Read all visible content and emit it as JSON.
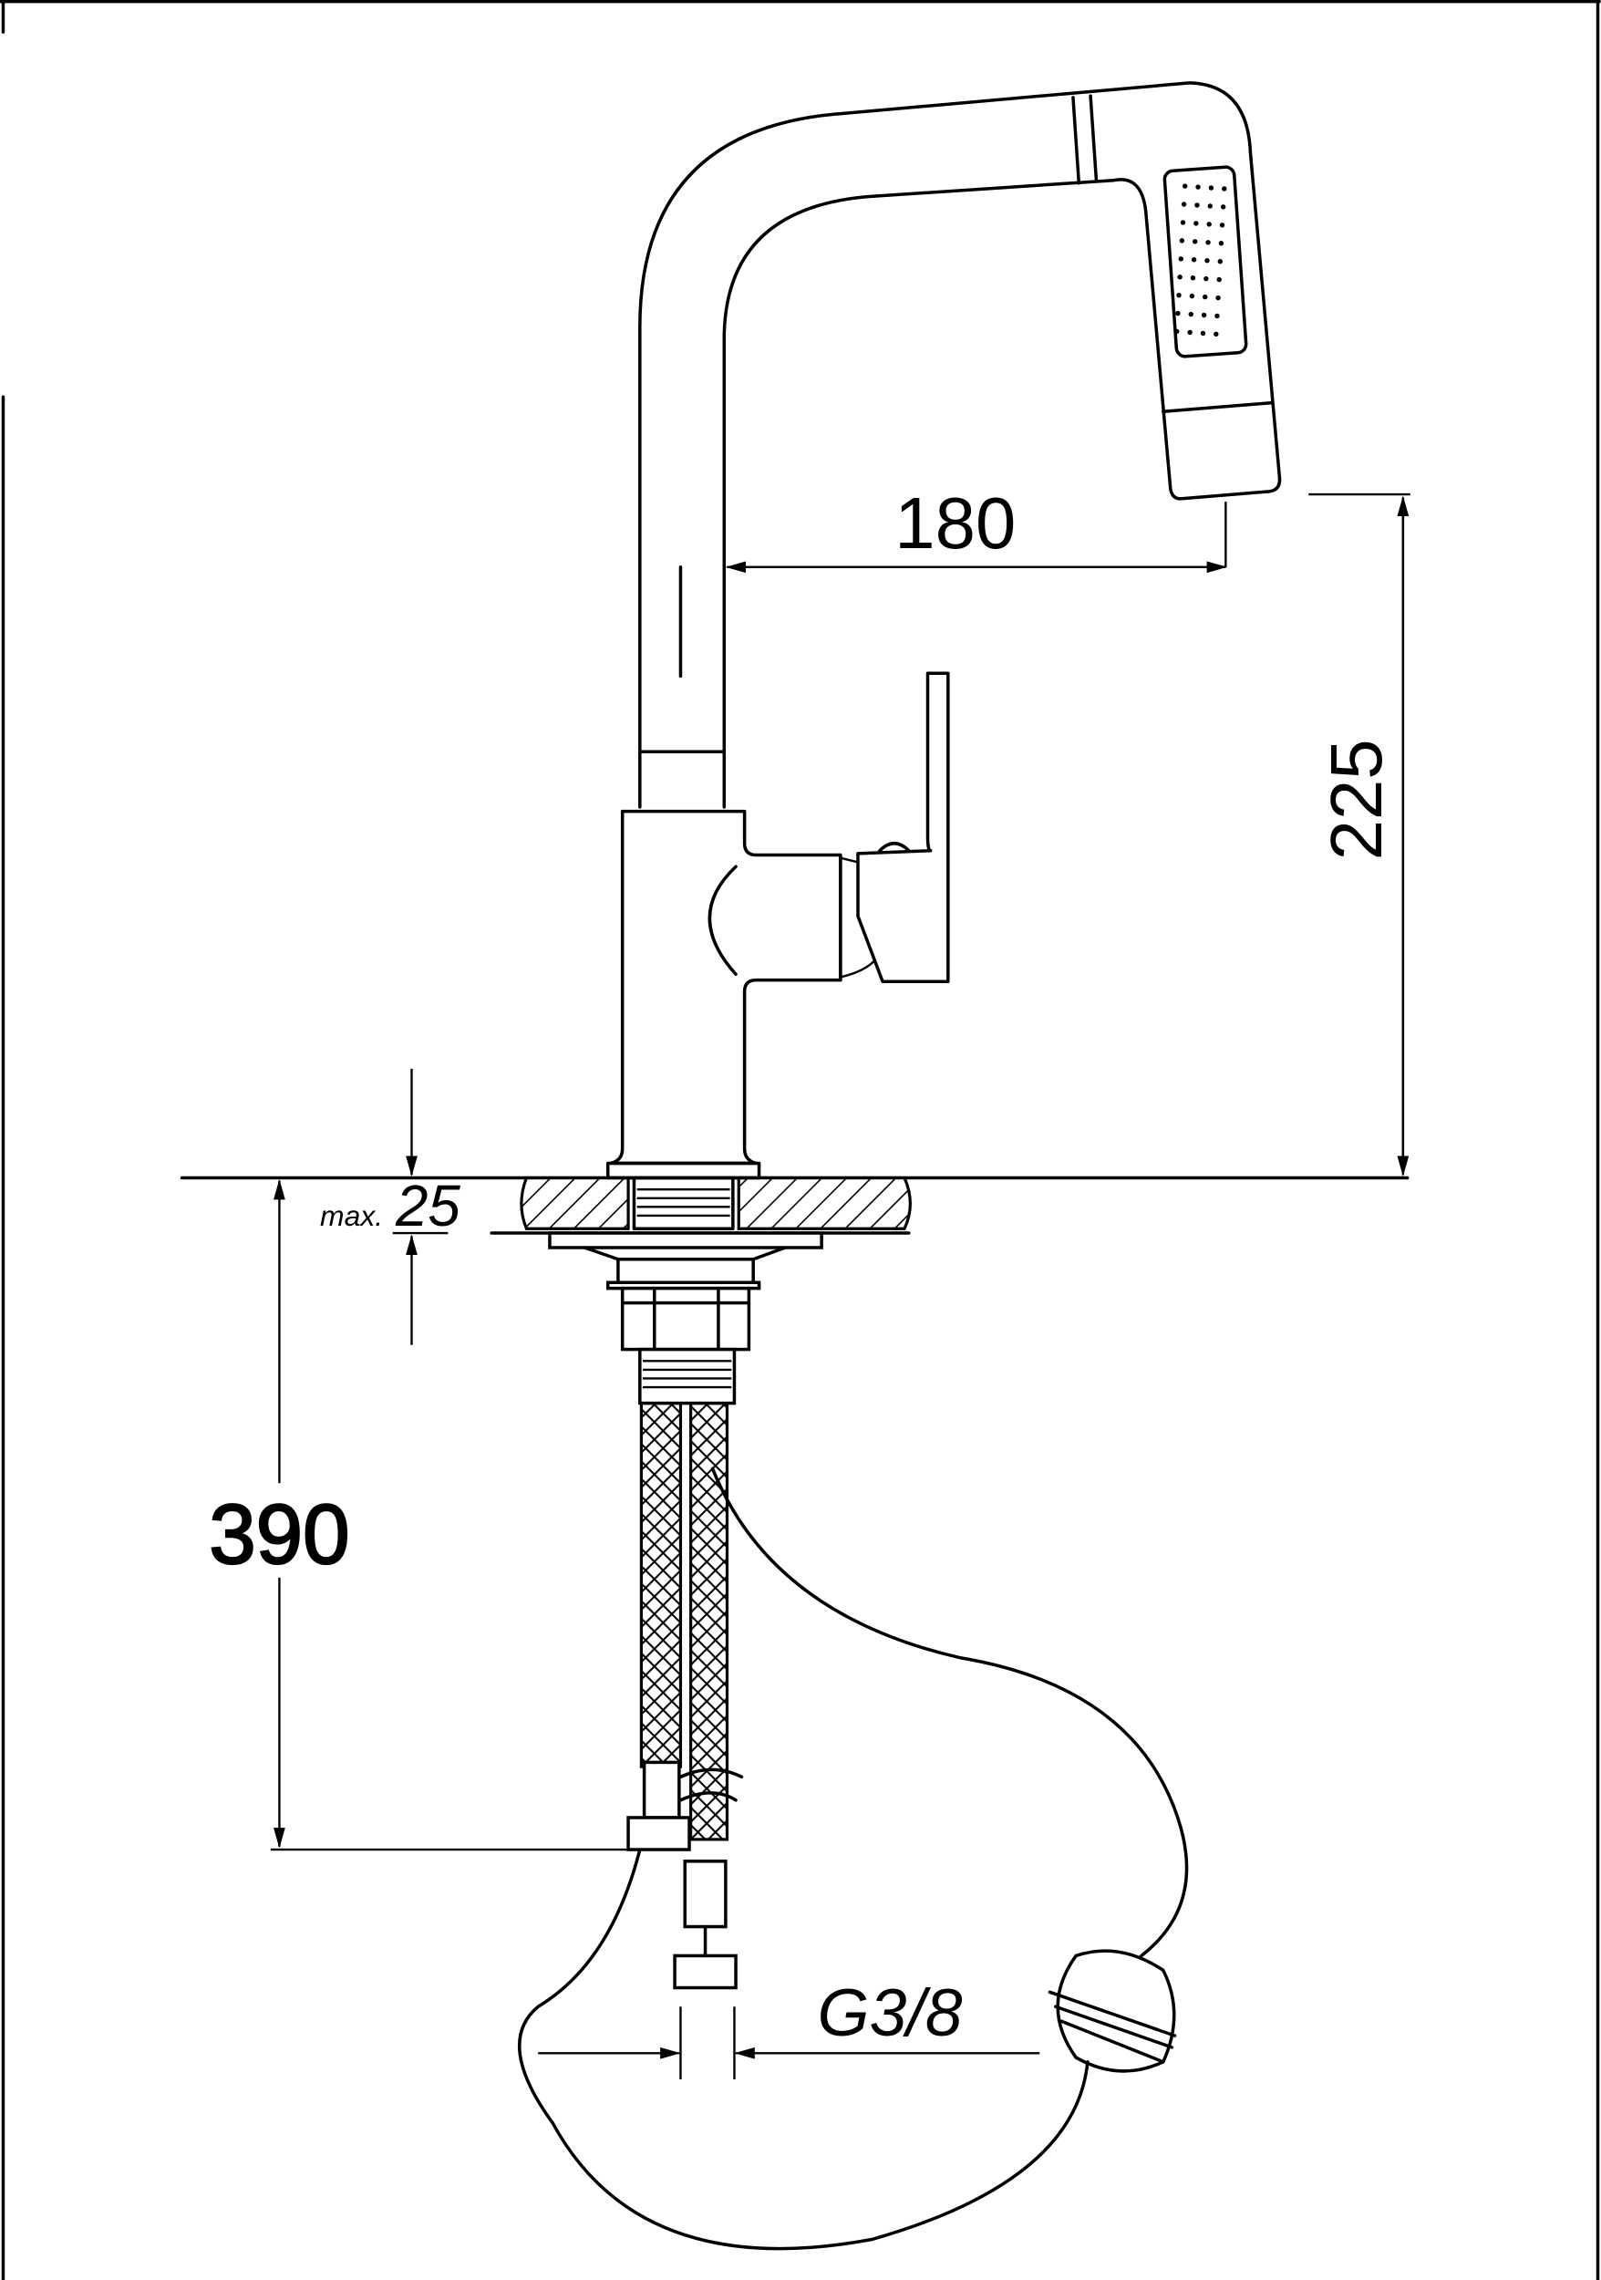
{
  "drawing": {
    "title": "Pull-out spout basin mixer – dimension drawing",
    "dimensions": {
      "spout_reach": "180",
      "spout_height": "225",
      "max_prefix": "max.",
      "max_thickness": "25",
      "hose_length": "390",
      "connection": "G3/8"
    },
    "colors": {
      "line": "#000000",
      "background": "#ffffff"
    }
  }
}
